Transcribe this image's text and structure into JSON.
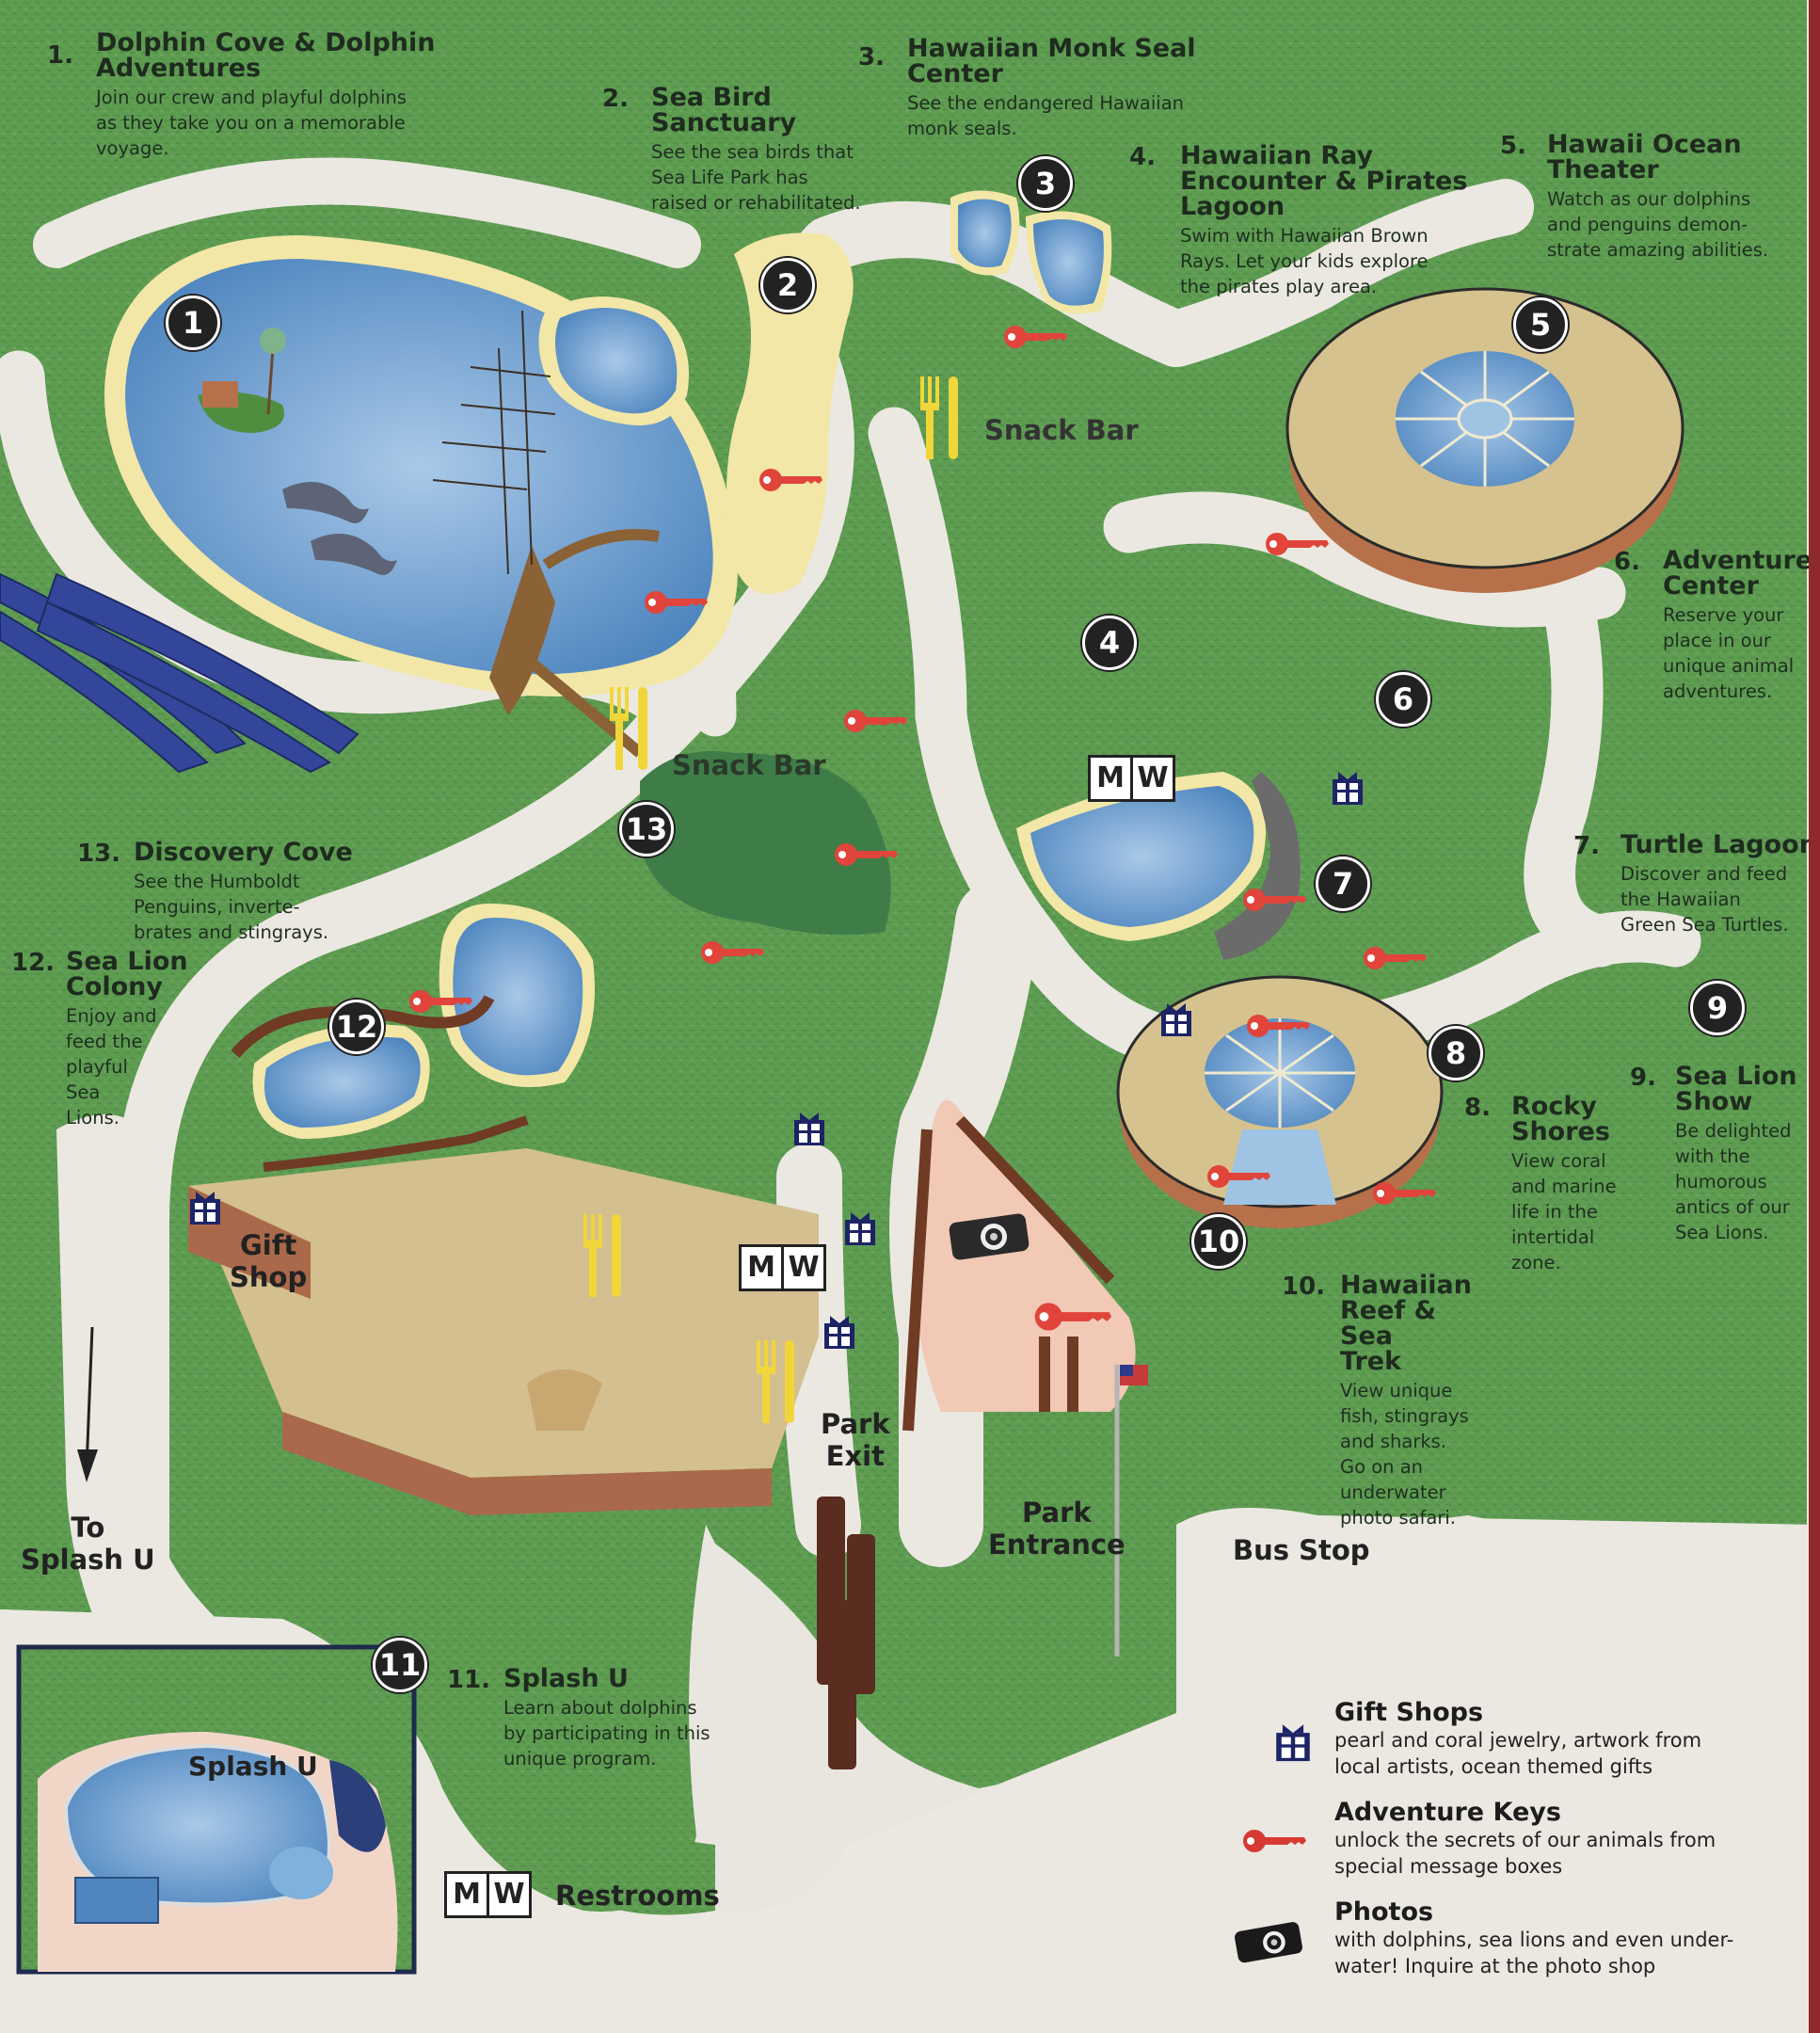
{
  "attractions": [
    {
      "num": "1.",
      "title_lines": [
        "Dolphin Cove & Dolphin",
        "Adventures"
      ],
      "desc_lines": [
        "Join our crew and playful dolphins",
        "as they take you on a memorable",
        "voyage."
      ]
    },
    {
      "num": "2.",
      "title_lines": [
        "Sea Bird",
        "Sanctuary"
      ],
      "desc_lines": [
        "See the sea birds that",
        "Sea Life Park has",
        "raised or rehabilitated."
      ]
    },
    {
      "num": "3.",
      "title_lines": [
        "Hawaiian Monk Seal",
        "Center"
      ],
      "desc_lines": [
        "See the endangered Hawaiian",
        "monk seals."
      ]
    },
    {
      "num": "4.",
      "title_lines": [
        "Hawaiian Ray",
        "Encounter & Pirates",
        "Lagoon"
      ],
      "desc_lines": [
        "Swim with Hawaiian Brown",
        "Rays.  Let your kids explore",
        "the pirates play area."
      ]
    },
    {
      "num": "5.",
      "title_lines": [
        "Hawaii Ocean",
        "Theater"
      ],
      "desc_lines": [
        "Watch as our dolphins",
        "and penguins demon-",
        "strate amazing abilities."
      ]
    },
    {
      "num": "6.",
      "title_lines": [
        "Adventure",
        "Center"
      ],
      "desc_lines": [
        "Reserve your",
        "place in our",
        "unique animal",
        "adventures."
      ]
    },
    {
      "num": "7.",
      "title_lines": [
        "Turtle Lagoon"
      ],
      "desc_lines": [
        "Discover and feed",
        "the Hawaiian",
        "Green Sea Turtles."
      ]
    },
    {
      "num": "8.",
      "title_lines": [
        "Rocky",
        "Shores"
      ],
      "desc_lines": [
        "View coral",
        "and marine",
        "life in the",
        "intertidal",
        "zone."
      ]
    },
    {
      "num": "9.",
      "title_lines": [
        "Sea Lion",
        "Show"
      ],
      "desc_lines": [
        "Be delighted",
        "with the",
        "humorous",
        "antics of our",
        "Sea Lions."
      ]
    },
    {
      "num": "10.",
      "title_lines": [
        "Hawaiian",
        "Reef & Sea",
        "Trek"
      ],
      "desc_lines": [
        "View unique",
        "fish, stingrays",
        "and sharks.",
        "Go on an",
        "underwater",
        "photo safari."
      ]
    },
    {
      "num": "11.",
      "title_lines": [
        "Splash U"
      ],
      "desc_lines": [
        "Learn about dolphins",
        "by participating in this",
        "unique program."
      ]
    },
    {
      "num": "12.",
      "title_lines": [
        "Sea Lion",
        "Colony"
      ],
      "desc_lines": [
        "Enjoy and",
        "feed the",
        "playful",
        "Sea",
        "Lions."
      ]
    },
    {
      "num": "13.",
      "title_lines": [
        "Discovery Cove"
      ],
      "desc_lines": [
        "See the Humboldt",
        "Penguins, inverte-",
        "brates and stingrays."
      ]
    }
  ],
  "markers": [
    "1",
    "2",
    "3",
    "4",
    "5",
    "6",
    "7",
    "8",
    "9",
    "10",
    "11",
    "12",
    "13"
  ],
  "map_labels": {
    "snack_bar_top": "Snack Bar",
    "snack_bar_mid": "Snack Bar",
    "gift_shop": [
      "Gift",
      "Shop"
    ],
    "park_exit": [
      "Park",
      "Exit"
    ],
    "park_entrance": [
      "Park",
      "Entrance"
    ],
    "bus_stop": "Bus Stop",
    "to_splash_u": [
      "To",
      "Splash U"
    ],
    "splash_u_pool": "Splash U",
    "restrooms_m": "M",
    "restrooms_w": "W"
  },
  "legend": {
    "restrooms": {
      "m": "M",
      "w": "W",
      "label": "Restrooms"
    },
    "items": [
      {
        "icon": "gift-icon",
        "title": "Gift Shops",
        "desc_lines": [
          "pearl and coral jewelry, artwork from",
          "local artists, ocean themed gifts"
        ]
      },
      {
        "icon": "key-icon",
        "title": "Adventure Keys",
        "desc_lines": [
          "unlock the secrets of our animals from",
          "special message boxes"
        ]
      },
      {
        "icon": "camera-icon",
        "title": "Photos",
        "desc_lines": [
          "with dolphins, sea lions and even under-",
          "water! Inquire at the photo shop"
        ]
      }
    ]
  },
  "colors": {
    "grass": "#5e9c52",
    "path": "#ebe8e1",
    "water": "#5b8fc4",
    "sand": "#f2e7a6",
    "key_red": "#e0443a",
    "gift_navy": "#1d2466",
    "marker_black": "#222222",
    "fork_yellow": "#f1d63a"
  }
}
